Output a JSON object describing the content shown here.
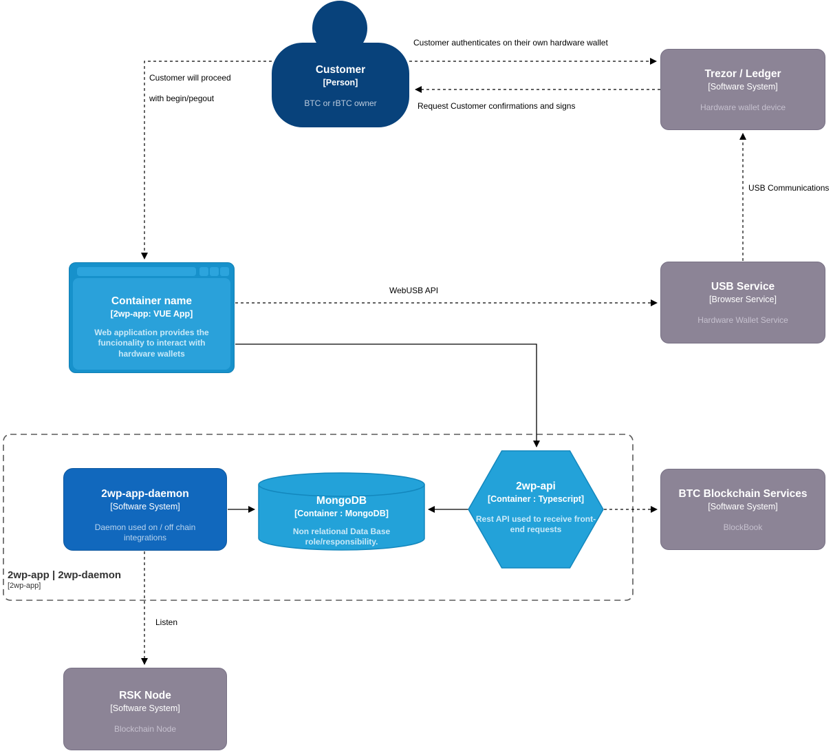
{
  "nodes": {
    "customer": {
      "title": "Customer",
      "subtitle": "[Person]",
      "desc": "BTC or rBTC owner"
    },
    "trezor": {
      "title": "Trezor / Ledger",
      "subtitle": "[Software System]",
      "desc": "Hardware wallet device"
    },
    "webapp": {
      "title": "Container name",
      "subtitle": "[2wp-app: VUE App]",
      "desc": "Web application provides the funcionality to interact with hardware wallets"
    },
    "usb": {
      "title": "USB Service",
      "subtitle": "[Browser Service]",
      "desc": "Hardware Wallet Service"
    },
    "daemon": {
      "title": "2wp-app-daemon",
      "subtitle": "[Software System]",
      "desc": "Daemon used on / off chain integrations"
    },
    "mongo": {
      "title": "MongoDB",
      "subtitle": "[Container : MongoDB]",
      "desc": "Non relational Data Base role/responsibility."
    },
    "api": {
      "title": "2wp-api",
      "subtitle": "[Container : Typescript]",
      "desc": "Rest API used to receive front-end requests"
    },
    "btc": {
      "title": "BTC Blockchain Services",
      "subtitle": "[Software System]",
      "desc": "BlockBook"
    },
    "rsk": {
      "title": "RSK Node",
      "subtitle": "[Software System]",
      "desc": "Blockchain Node"
    }
  },
  "boundary": {
    "title": "2wp-app | 2wp-daemon",
    "subtitle": "[2wp-app]"
  },
  "edges": {
    "auth": "Customer authenticates on their own hardware wallet",
    "request": "Request Customer confirmations and signs",
    "proceed_line1": "Customer will proceed",
    "proceed_line2": "with begin/pegout",
    "webusb": "WebUSB API",
    "usb_comm": "USB Communications",
    "listen": "Listen"
  },
  "colors": {
    "person_fill": "#08427B",
    "system_blue_fill": "#1168BD",
    "container_fill": "#23A2D9",
    "container_frame": "#1791CB",
    "container_border": "#1387BD",
    "external_gray_fill": "#8C8496",
    "edge_stroke": "#000000",
    "boundary_stroke": "#595959",
    "light_desc_blue": "#C9E9F8",
    "light_desc_gray": "#C6C1CF"
  }
}
